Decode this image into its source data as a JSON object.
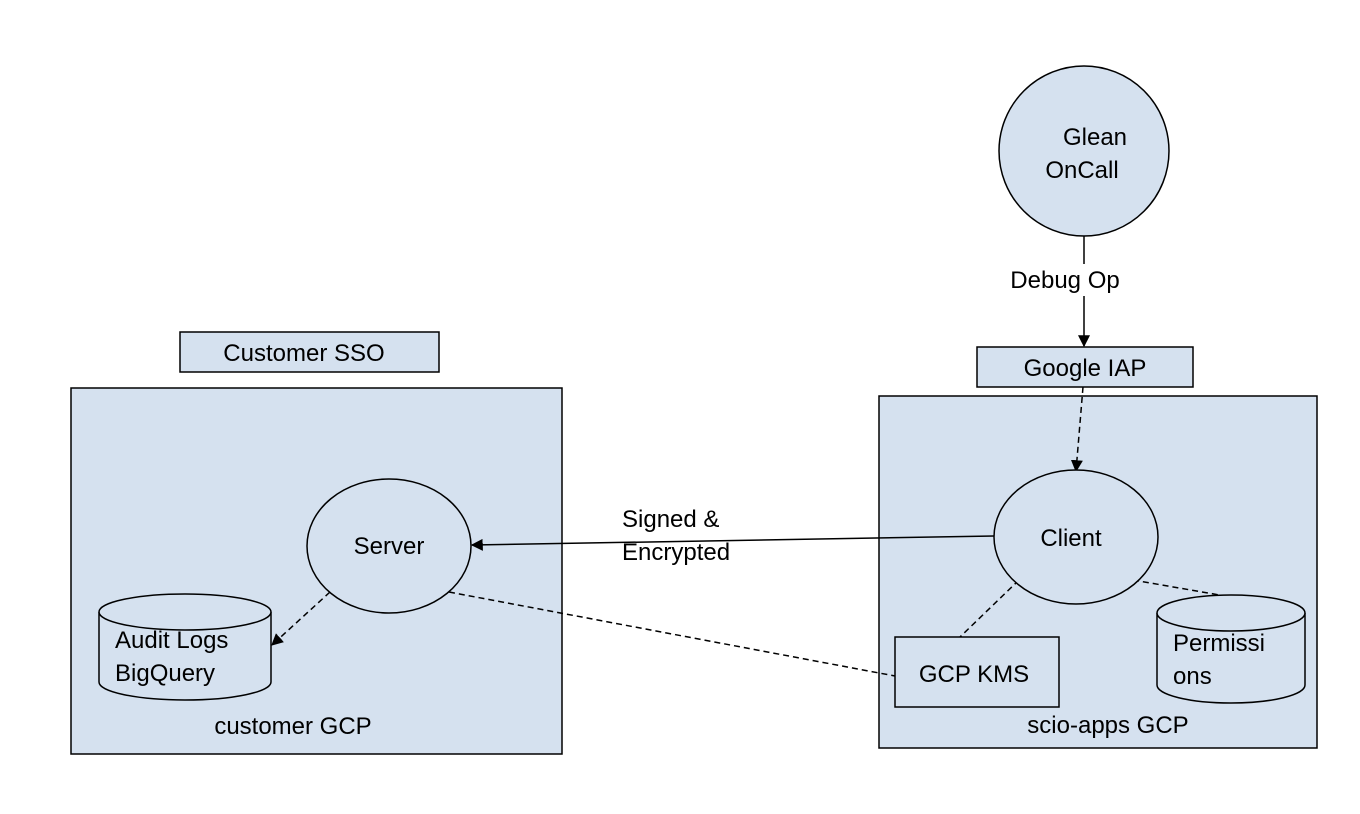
{
  "colors": {
    "fill": "#d5e1ef",
    "stroke": "#000000",
    "background": "#ffffff"
  },
  "labels": {
    "customer_sso": "Customer SSO",
    "customer_gcp": "customer GCP",
    "server": "Server",
    "audit_logs_line1": "Audit Logs",
    "audit_logs_line2": "BigQuery",
    "glean_oncall_line1": "Glean",
    "glean_oncall_line2": "OnCall",
    "debug_op": "Debug Op",
    "google_iap": "Google IAP",
    "scio_apps_gcp": "scio-apps GCP",
    "client": "Client",
    "signed_encrypted_line1": "Signed &",
    "signed_encrypted_line2": "Encrypted",
    "gcp_kms": "GCP KMS",
    "permissions_line1": "Permissi",
    "permissions_line2": "ons"
  }
}
